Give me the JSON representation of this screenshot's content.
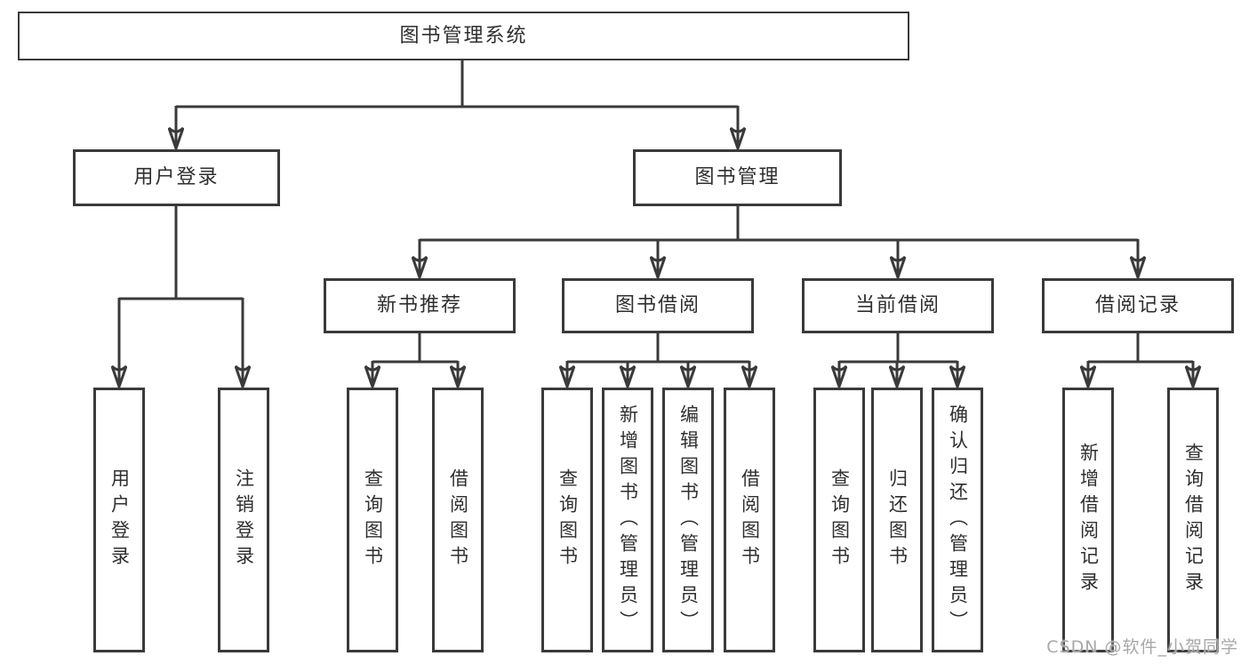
{
  "diagram": {
    "root": {
      "label": "图书管理系统"
    },
    "branches": [
      {
        "label": "用户登录",
        "children": [
          {
            "label": "用户登录"
          },
          {
            "label": "注销登录"
          }
        ]
      },
      {
        "label": "图书管理",
        "sections": [
          {
            "label": "新书推荐",
            "children": [
              {
                "label": "查询图书"
              },
              {
                "label": "借阅图书"
              }
            ]
          },
          {
            "label": "图书借阅",
            "children": [
              {
                "label": "查询图书"
              },
              {
                "label": "新增图书（管理员）"
              },
              {
                "label": "编辑图书（管理员）"
              },
              {
                "label": "借阅图书"
              }
            ]
          },
          {
            "label": "当前借阅",
            "children": [
              {
                "label": "查询图书"
              },
              {
                "label": "归还图书"
              },
              {
                "label": "确认归还（管理员）"
              }
            ]
          },
          {
            "label": "借阅记录",
            "children": [
              {
                "label": "新增借阅记录"
              },
              {
                "label": "查询借阅记录"
              }
            ]
          }
        ]
      }
    ]
  },
  "watermark": {
    "text": "CSDN @软件_小贺同学"
  },
  "colors": {
    "line": "#3a3a3a",
    "text": "#2f2f2f",
    "box_border": "#3a3a3a",
    "background": "#ffffff",
    "watermark": "#a8a8a8"
  }
}
